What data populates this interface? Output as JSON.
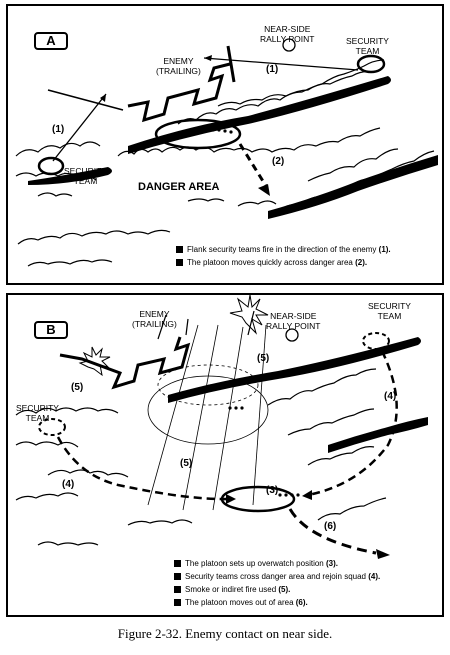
{
  "panel_a": {
    "label": "A",
    "enemy": "ENEMY\n(TRAILING)",
    "rally": "NEAR-SIDE\nRALLY POINT",
    "security_left": "SECURITY\nTEAM",
    "security_right": "SECURITY\nTEAM",
    "danger_area": "DANGER AREA",
    "num_1_top": "(1)",
    "num_1_left": "(1)",
    "num_2": "(2)",
    "legend": [
      {
        "text": "Flank security teams fire in the direction of the enemy",
        "num": "(1)."
      },
      {
        "text": "The  platoon moves quickly across danger area",
        "num": "(2)."
      }
    ]
  },
  "panel_b": {
    "label": "B",
    "enemy": "ENEMY\n(TRAILING)",
    "rally": "NEAR-SIDE\nRALLY POINT",
    "security_left": "SECURITY\nTEAM",
    "security_right": "SECURITY\nTEAM",
    "num_5_top": "(5)",
    "num_5_left": "(5)",
    "num_5_mid": "(5)",
    "num_4_left": "(4)",
    "num_4_right": "(4)",
    "num_3": "(3)",
    "num_6": "(6)",
    "legend": [
      {
        "text": "The  platoon sets up overwatch position",
        "num": "(3)."
      },
      {
        "text": "Security teams cross danger area and rejoin squad",
        "num": "(4)."
      },
      {
        "text": "Smoke or indiret fire used",
        "num": "(5)."
      },
      {
        "text": "The  platoon moves out of area",
        "num": "(6)."
      }
    ]
  },
  "caption": "Figure 2-32. Enemy contact on near side."
}
